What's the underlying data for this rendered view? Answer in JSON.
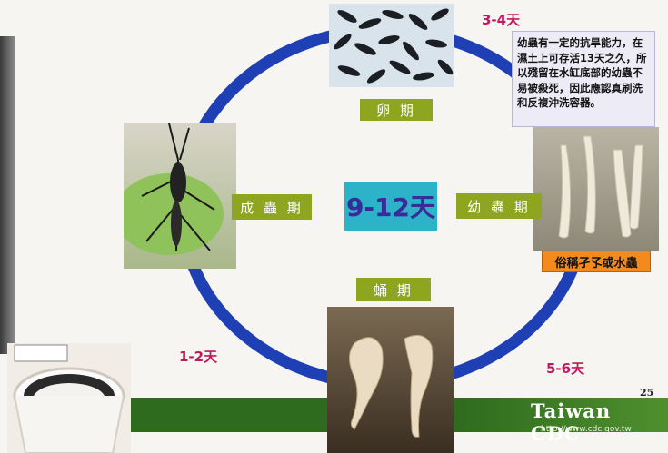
{
  "diagram": {
    "center_label": "9-12天",
    "stages": {
      "egg": "卵  期",
      "larva": "幼  蟲  期",
      "pupa": "蛹  期",
      "adult": "成 蟲 期"
    },
    "durations": {
      "egg_to_larva": "3-4天",
      "larva_to_pupa": "5-6天",
      "pupa_to_adult": "1-2天"
    },
    "note": "幼蟲有一定的抗旱能力，在濕土上可存活13天之久，所以殘留在水缸底部的幼蟲不易被殺死，因此應認真刷洗和反複沖洗容器。",
    "larva_caption": "俗稱孑孓或水蟲",
    "page_number": "25",
    "footer_brand": "Taiwan CDC",
    "footer_url": "http://www.cdc.gov.tw",
    "colors": {
      "cycle_ring": "#1f40b5",
      "stage_label": "#8ea51f",
      "center_box": "#2db3c9",
      "center_text": "#3b2a9a",
      "duration_text": "#c2185b",
      "footer_bar": "#2e6b1e",
      "larva_caption_bg": "#f28a1e"
    }
  }
}
